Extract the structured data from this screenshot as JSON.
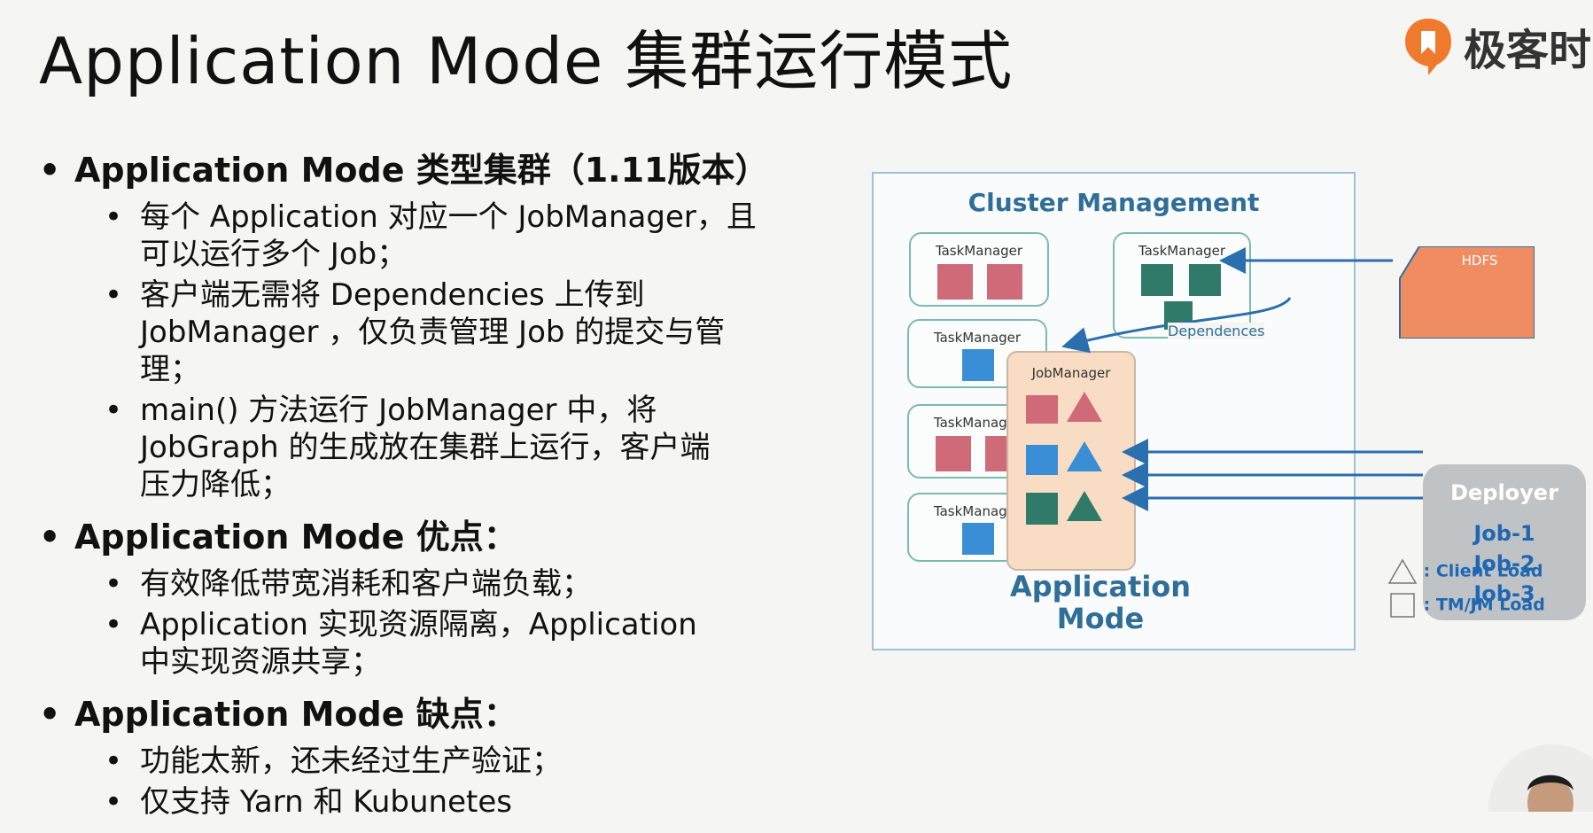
{
  "slide": {
    "title": "Application Mode 集群运行模式",
    "logo_text": "极客时",
    "sections": [
      {
        "heading": "Application Mode 类型集群（1.11版本）",
        "items": [
          "每个 Application 对应一个 JobManager，且可以运行多个 Job；",
          "客户端无需将 Dependencies 上传到 JobManager ，仅负责管理 Job 的提交与管理；",
          "main() 方法运行 JobManager 中，将 JobGraph 的生成放在集群上运行，客户端压力降低；"
        ]
      },
      {
        "heading": "Application Mode 优点：",
        "items": [
          "有效降低带宽消耗和客户端负载；",
          "Application 实现资源隔离，Application 中实现资源共享；"
        ]
      },
      {
        "heading": "Application Mode 缺点：",
        "items": [
          "功能太新，还未经过生产验证；",
          "仅支持 Yarn 和 Kubunetes"
        ]
      }
    ]
  },
  "diagram": {
    "cluster_title": "Cluster Management",
    "taskmanager_label": "TaskManager",
    "jobmanager_label": "JobManager",
    "hdfs_label": "HDFS",
    "dependences_label": "Dependences",
    "deployer_title": "Deployer",
    "jobs": [
      "Job-1",
      "Job-2",
      "Job-3"
    ],
    "mode_line1": "Application",
    "mode_line2": "Mode",
    "legend_client": ": Client Load",
    "legend_tmjm": ": TM/JM Load",
    "colors": {
      "pink": "#cf6a78",
      "blue": "#3a8ed6",
      "green": "#2f7a68",
      "hdfs": "#f08c62",
      "accent": "#2e6e98"
    }
  }
}
